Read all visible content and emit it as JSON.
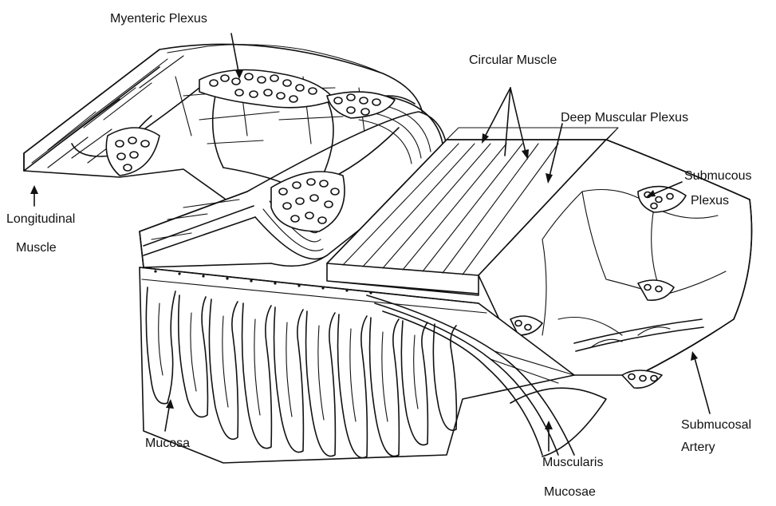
{
  "labels": {
    "myenteric_plexus": "Myenteric Plexus",
    "circular_muscle": "Circular Muscle",
    "deep_muscular_plexus": "Deep Muscular Plexus",
    "submucous_plexus_line1": "Submucous",
    "submucous_plexus_line2": "Plexus",
    "longitudinal_muscle_line1": "Longitudinal",
    "longitudinal_muscle_line2": "Muscle",
    "mucosa": "Mucosa",
    "muscularis_mucosae_line1": "Muscularis",
    "muscularis_mucosae_line2": "Mucosae",
    "submucosal_artery_line1": "Submucosal",
    "submucosal_artery_line2": "Artery"
  },
  "colors": {
    "ink": "#111111",
    "background": "#ffffff"
  }
}
